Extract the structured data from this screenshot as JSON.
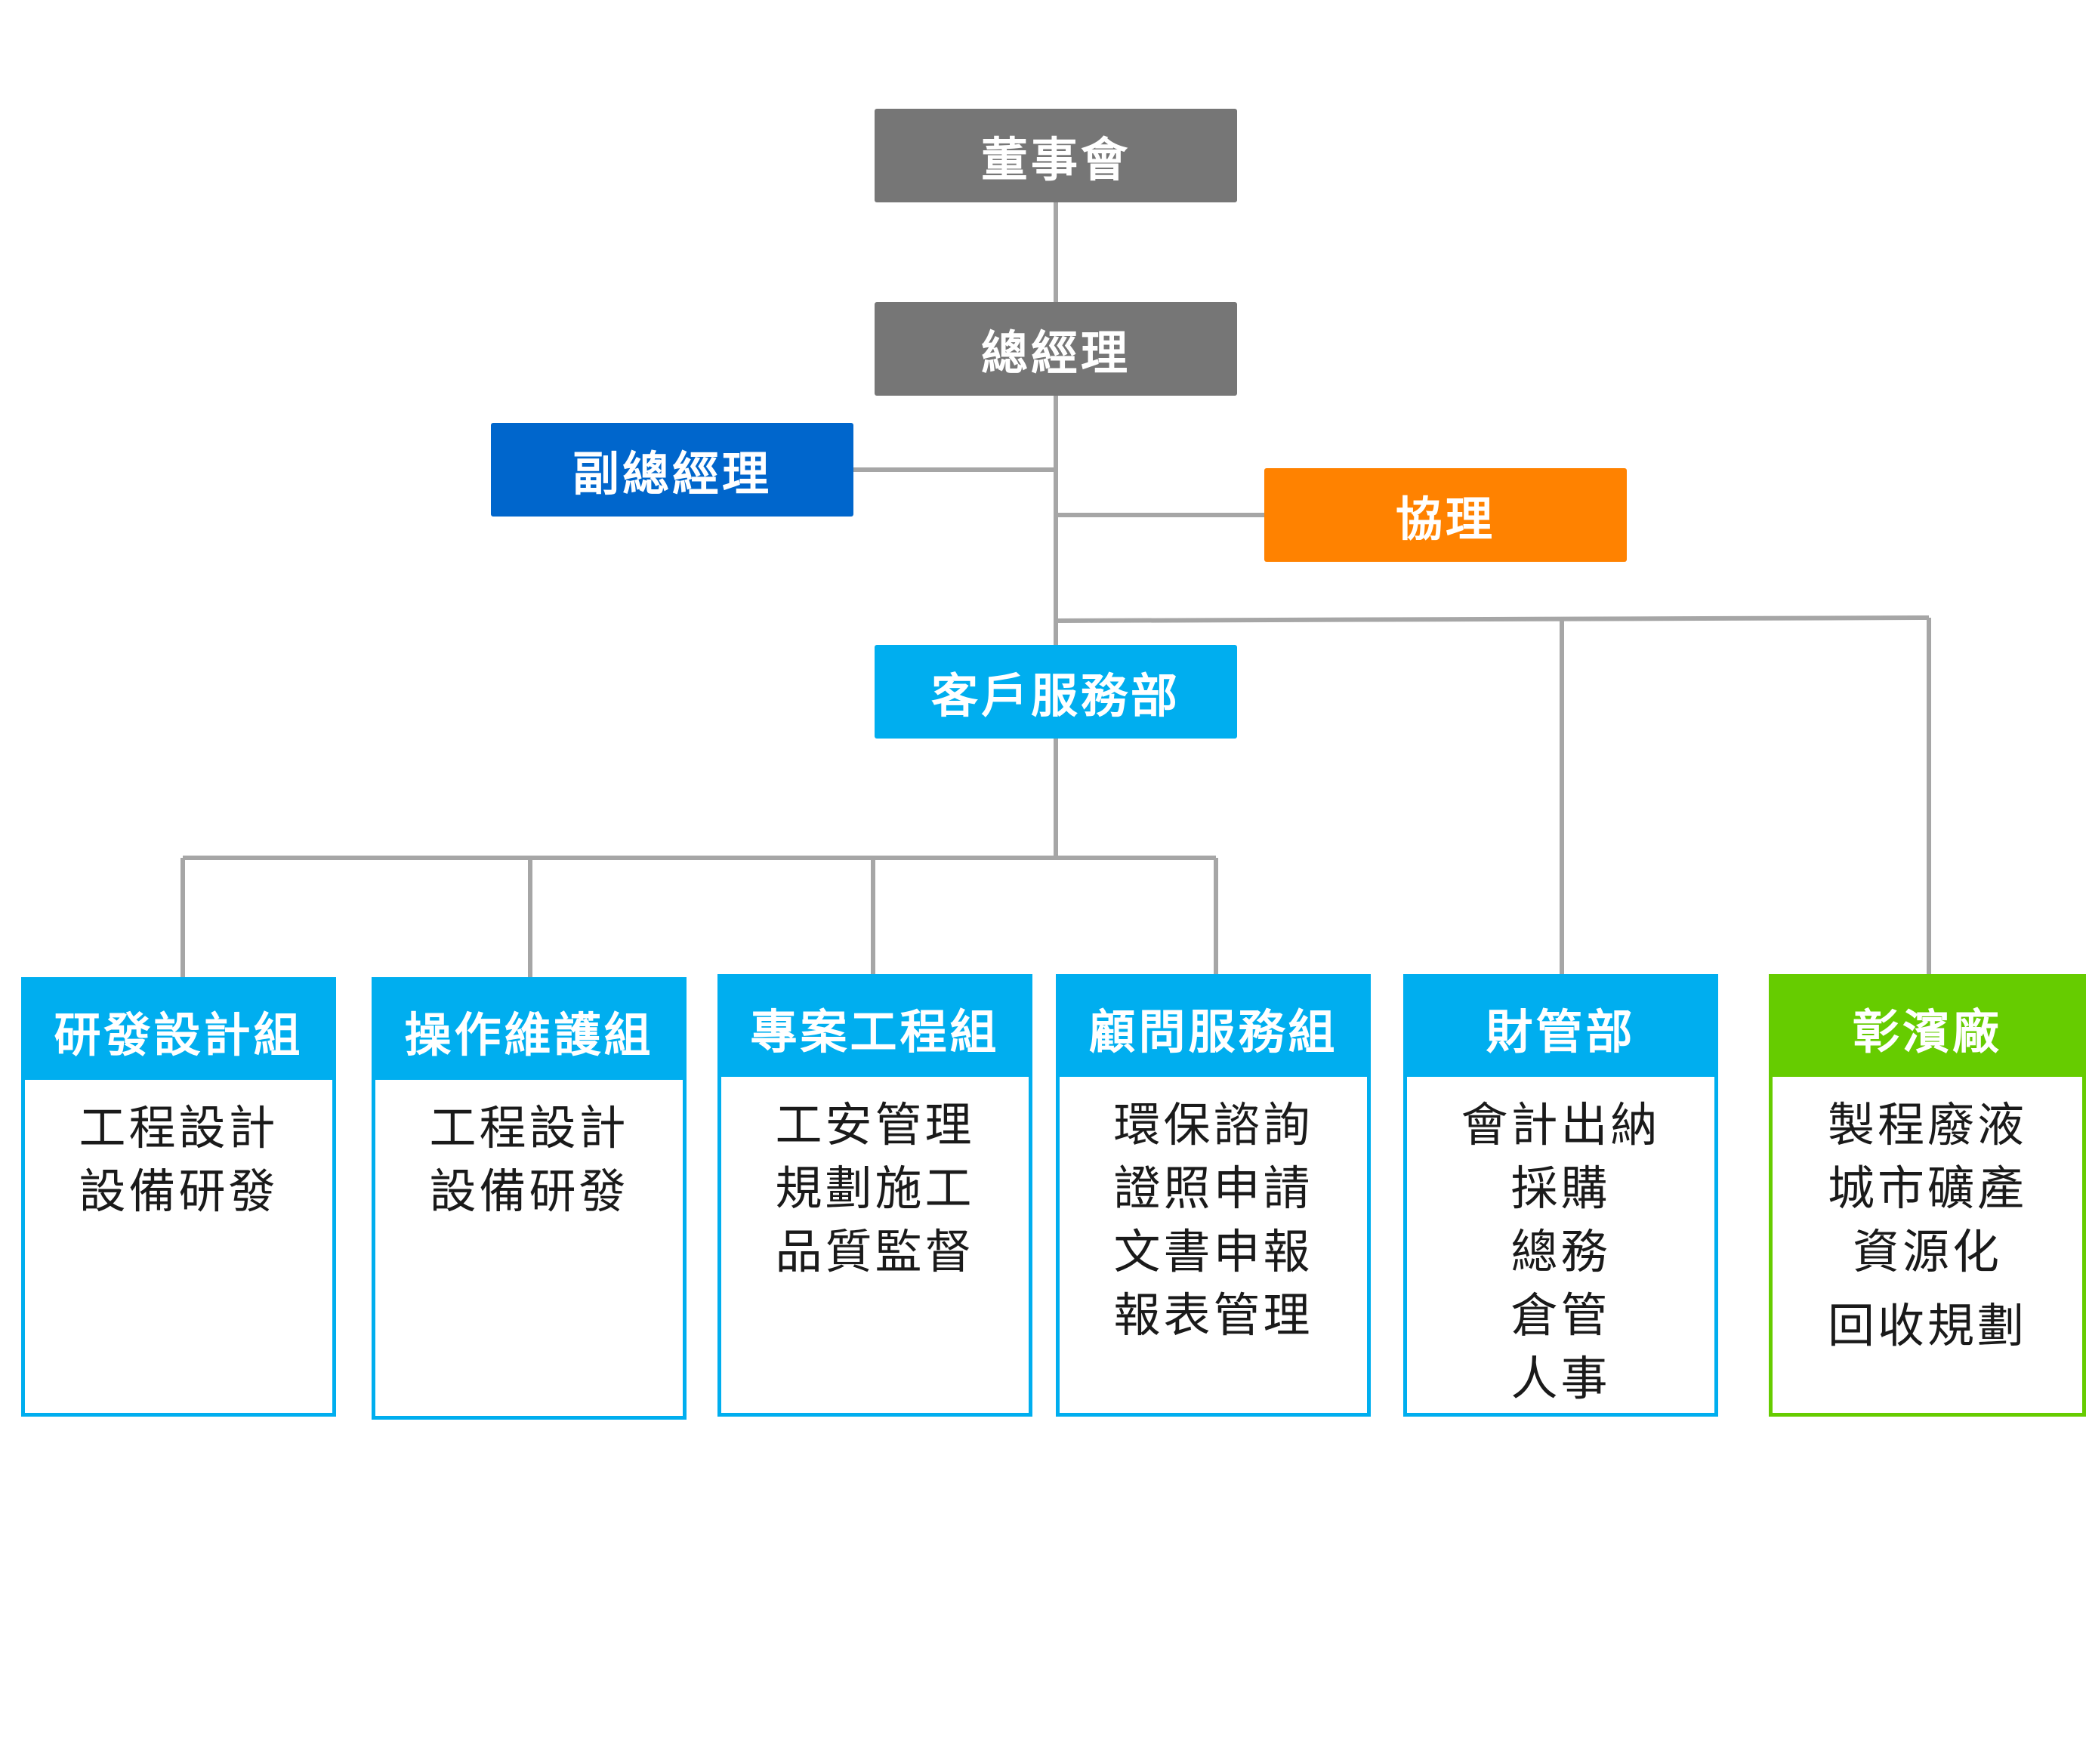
{
  "top": {
    "board": "董事會",
    "gm": "總經理",
    "deputy_gm": "副總經理",
    "assistant_mgr": "協理",
    "customer_service": "客戶服務部"
  },
  "groups": [
    {
      "title": "研發設計組",
      "items": [
        "工程設計",
        "設備研發"
      ]
    },
    {
      "title": "操作維護組",
      "items": [
        "工程設計",
        "設備研發"
      ]
    },
    {
      "title": "專案工程組",
      "items": [
        "工安管理",
        "規劃施工",
        "品質監督"
      ]
    },
    {
      "title": "顧問服務組",
      "items": [
        "環保諮詢",
        "證照申請",
        "文書申報",
        "報表管理"
      ]
    },
    {
      "title": "財管部",
      "items": [
        "會計出納",
        "採購",
        "總務",
        "倉管",
        "人事"
      ]
    },
    {
      "title": "彰濱廠",
      "items": [
        "製程廢液",
        "城市礦產",
        "資源化",
        "回收規劃"
      ]
    }
  ],
  "colors": {
    "executive": "#767676",
    "deputy": "#0066cc",
    "assistant": "#ff8200",
    "department": "#00aeef",
    "plant": "#66cc00",
    "connector": "#a6a6a6"
  }
}
